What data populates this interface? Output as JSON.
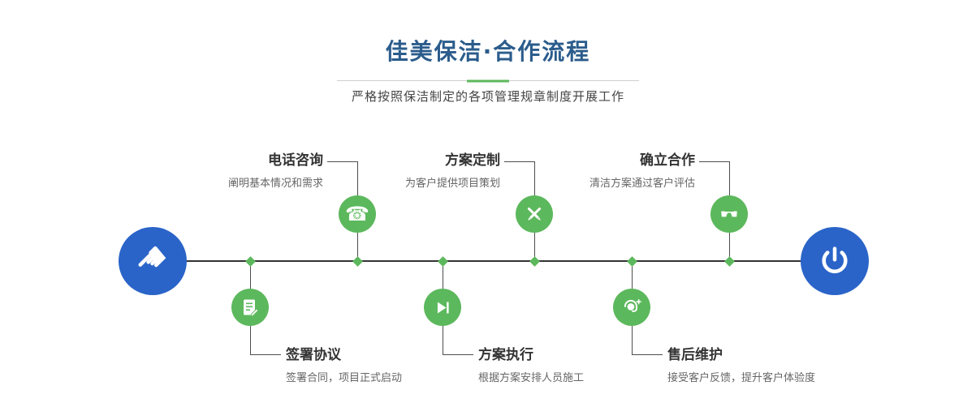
{
  "header": {
    "title": "佳美保洁·合作流程",
    "subtitle": "严格按照保洁制定的各项管理规章制度开展工作"
  },
  "colors": {
    "accent_green": "#5cb85c",
    "accent_blue": "#2a64c8",
    "title_blue": "#2b5c8c"
  },
  "timeline": {
    "start_icon": "pointing-hand-icon",
    "end_icon": "power-icon",
    "top_steps": [
      {
        "title": "电话咨询",
        "desc": "阐明基本情况和需求",
        "icon": "phone-icon"
      },
      {
        "title": "方案定制",
        "desc": "为客户提供项目策划",
        "icon": "pencil-cross-icon"
      },
      {
        "title": "确立合作",
        "desc": "清洁方案通过客户评估",
        "icon": "handshake-icon"
      }
    ],
    "bottom_steps": [
      {
        "title": "签署协议",
        "desc": "签署合同，项目正式启动",
        "icon": "contract-icon"
      },
      {
        "title": "方案执行",
        "desc": "根据方案安排人员施工",
        "icon": "play-step-icon"
      },
      {
        "title": "售后维护",
        "desc": "接受客户反馈，提升客户体验度",
        "icon": "headset-icon"
      }
    ]
  }
}
